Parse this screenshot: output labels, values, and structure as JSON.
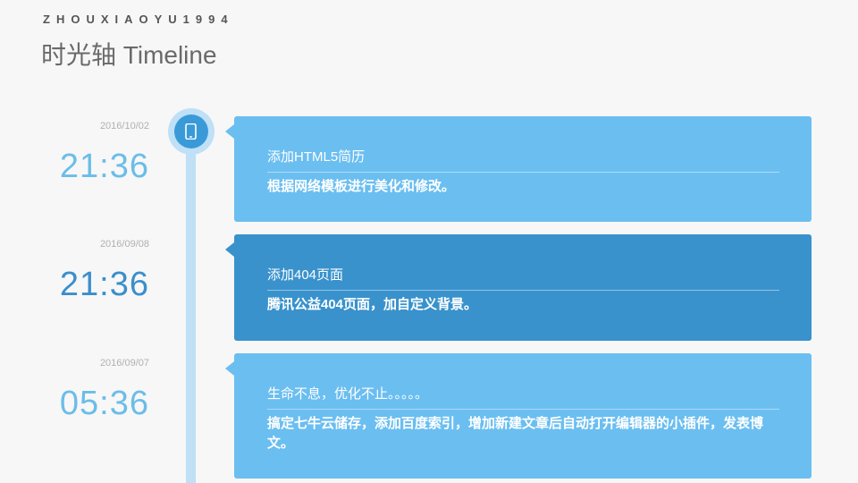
{
  "header": {
    "site_name": "ZHOUXIAOYU1994",
    "page_title": "时光轴 Timeline"
  },
  "timeline_icon": "phone-icon",
  "colors": {
    "background": "#f7f7f7",
    "card_light": "#6bbef0",
    "card_active": "#3992cc",
    "time_light": "#6bbde8",
    "time_active": "#3a8fcb",
    "timeline_line": "#bfe0f6"
  },
  "entries": [
    {
      "date": "2016/10/02",
      "time": "21:36",
      "title": "添加HTML5简历",
      "body": "根据网络模板进行美化和修改。",
      "active": false
    },
    {
      "date": "2016/09/08",
      "time": "21:36",
      "title": "添加404页面",
      "body": "腾讯公益404页面，加自定义背景。",
      "active": true
    },
    {
      "date": "2016/09/07",
      "time": "05:36",
      "title": "生命不息，优化不止。。。。。",
      "body": "搞定七牛云储存，添加百度索引，增加新建文章后自动打开编辑器的小插件，发表博文。",
      "active": false
    }
  ]
}
